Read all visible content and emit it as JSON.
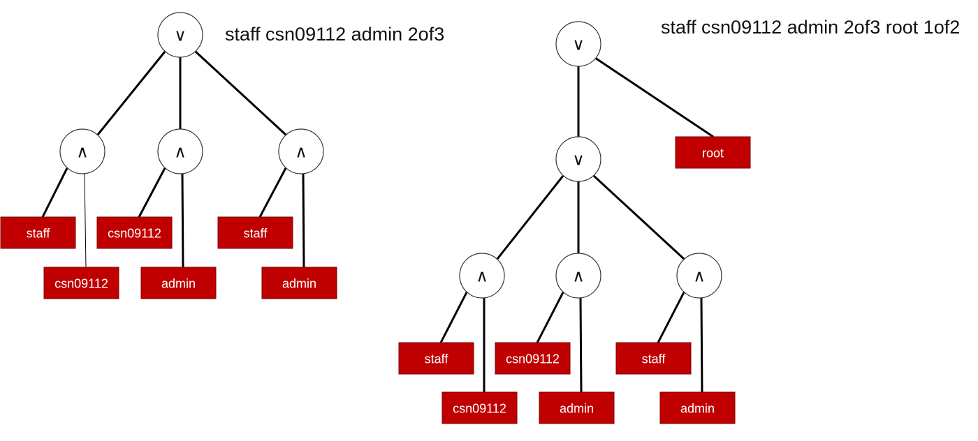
{
  "colors": {
    "leaf_fill": "#c00000",
    "leaf_text": "#ffffff",
    "edge": "#000000",
    "node_stroke": "#333333"
  },
  "left_tree": {
    "caption": "staff csn09112 admin 2of3",
    "root": {
      "op": "∨"
    },
    "groups": [
      {
        "op": "∧",
        "leaves": [
          "staff",
          "csn09112"
        ]
      },
      {
        "op": "∧",
        "leaves": [
          "csn09112",
          "admin"
        ]
      },
      {
        "op": "∧",
        "leaves": [
          "staff",
          "admin"
        ]
      }
    ]
  },
  "right_tree": {
    "caption": "staff csn09112 admin 2of3 root 1of2",
    "root": {
      "op": "∨"
    },
    "inner": {
      "op": "∨"
    },
    "root_leaf": "root",
    "groups": [
      {
        "op": "∧",
        "leaves": [
          "staff",
          "csn09112"
        ]
      },
      {
        "op": "∧",
        "leaves": [
          "csn09112",
          "admin"
        ]
      },
      {
        "op": "∧",
        "leaves": [
          "staff",
          "admin"
        ]
      }
    ]
  }
}
